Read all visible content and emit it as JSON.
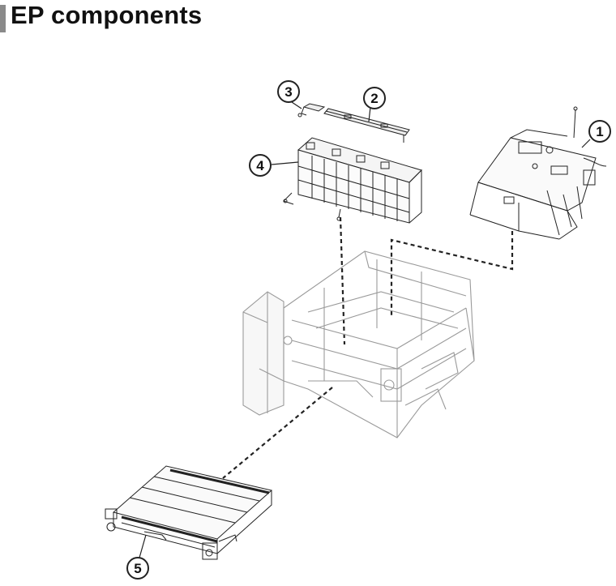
{
  "header": {
    "title": "EP components"
  },
  "callouts": [
    "1",
    "2",
    "3",
    "4",
    "5"
  ],
  "colors": {
    "line": "#222222",
    "light_line": "#9a9a9a",
    "title_bar": "#8a8a8a"
  }
}
